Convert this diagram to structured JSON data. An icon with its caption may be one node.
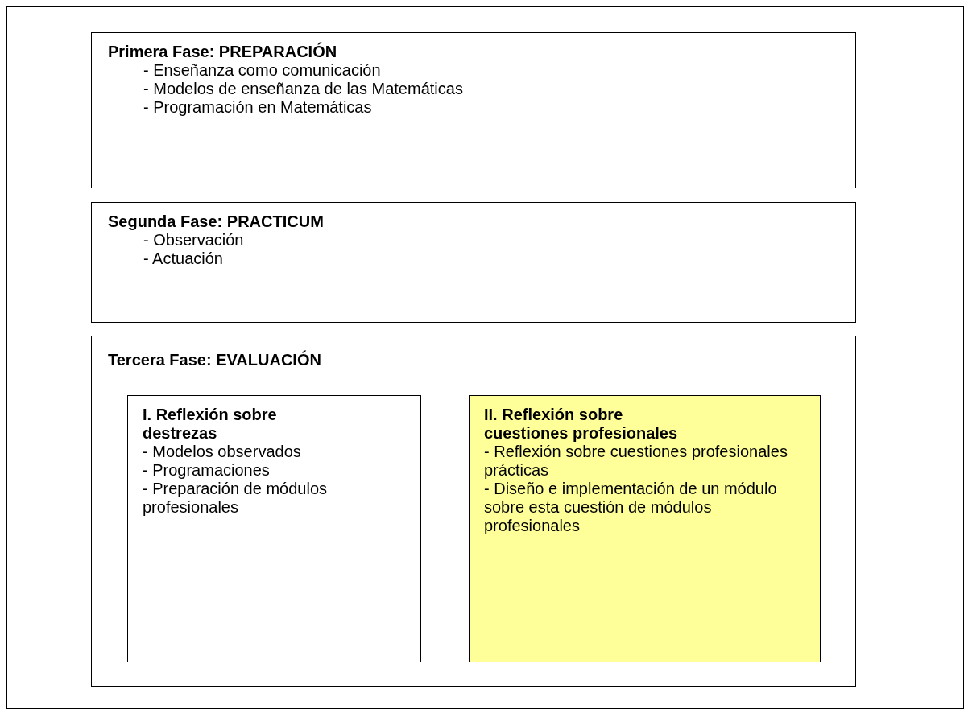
{
  "diagram": {
    "nodes": [
      {
        "text": [
          "Primera Fase: PREPARACIÓN",
          "- Enseñanza como comunicación",
          "- Modelos de enseñanza de las Matemáticas",
          "- Programación en Matemáticas"
        ]
      },
      {
        "text": [
          "Segunda Fase: PRACTICUM",
          "- Observación",
          "- Actuación"
        ]
      },
      {
        "text": [
          "Tercera Fase: EVALUACIÓN"
        ]
      },
      {
        "text": [
          "I. Reflexión sobre destrezas",
          "- Modelos observados",
          "- Programaciones",
          "- Preparación de módulos profesionales"
        ],
        "in": 2
      },
      {
        "text": [
          "II. Reflexión sobre cuestiones profesionales",
          "- Reflexión sobre cuestiones profesionales prácticas",
          "- Diseño e implementación de un módulo sobre esta cuestión de módulos profesionales"
        ],
        "in": 2
      }
    ],
    "edges": []
  }
}
